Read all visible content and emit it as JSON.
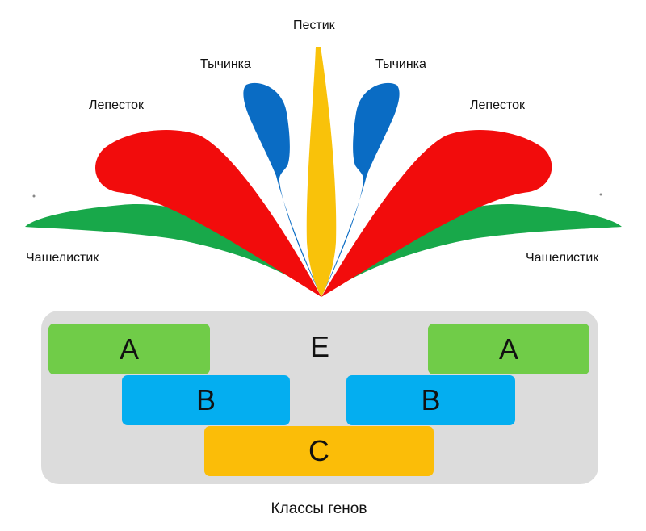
{
  "labels": {
    "pistil": "Пестик",
    "stamen_left": "Тычинка",
    "stamen_right": "Тычинка",
    "petal_left": "Лепесток",
    "petal_right": "Лепесток",
    "sepal_left": "Чашелистик",
    "sepal_right": "Чашелистик"
  },
  "genes": {
    "a_left": "A",
    "a_right": "A",
    "b_left": "B",
    "b_right": "B",
    "c": "C",
    "e": "E"
  },
  "caption": "Классы генов",
  "colors": {
    "sepal": "#18a84a",
    "petal": "#f20c0c",
    "stamen": "#0a6cc4",
    "pistil": "#f9c20a",
    "gene_a": "#70cc48",
    "gene_b": "#04aef0",
    "gene_c": "#fbbd08",
    "panel": "#dcdcdc"
  }
}
